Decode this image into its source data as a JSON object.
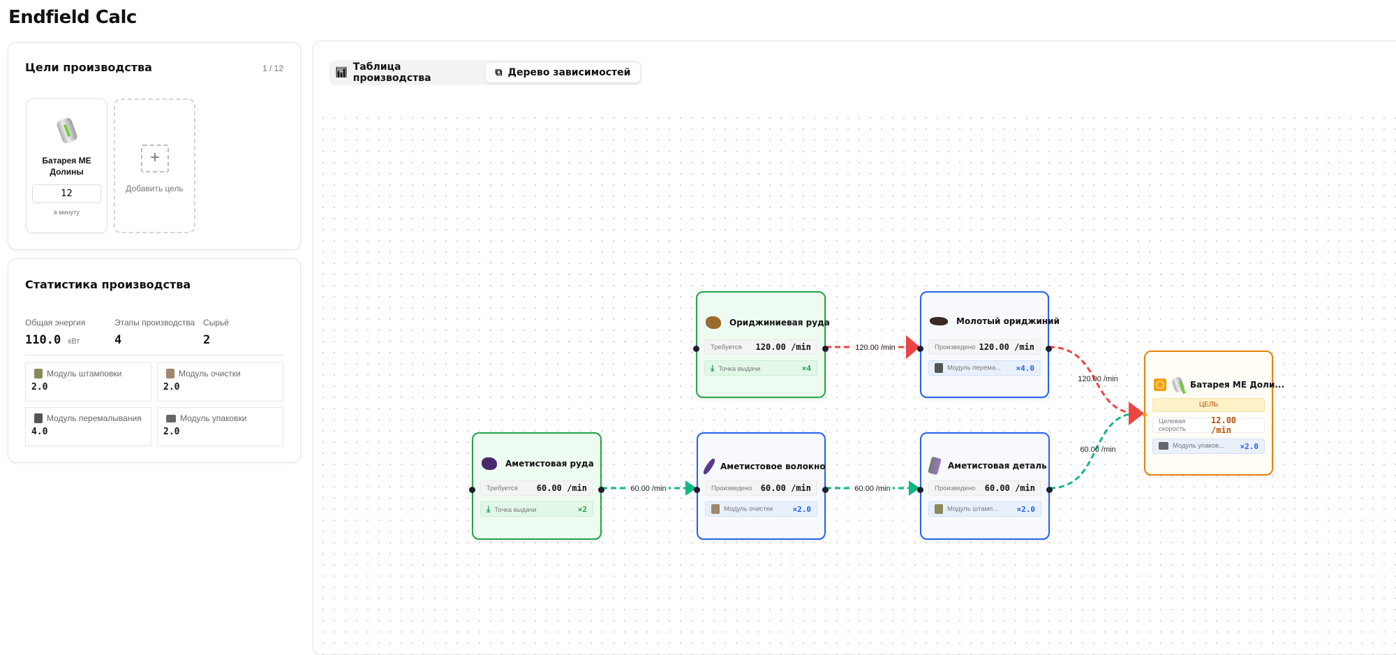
{
  "app": {
    "title": "Endfield Calc"
  },
  "goals": {
    "title": "Цели производства",
    "count": "1 / 12",
    "items": [
      {
        "name": "Батарея МЕ Долины",
        "rate": "12",
        "unit": "в минуту",
        "icon": "battery-icon"
      }
    ],
    "add_label": "Добавить цель"
  },
  "stats": {
    "title": "Статистика производства",
    "energy_label": "Общая энергия",
    "energy_value": "110.0",
    "energy_unit": "кВт",
    "stages_label": "Этапы производства",
    "stages_value": "4",
    "raw_label": "Сырьё",
    "raw_value": "2",
    "modules": [
      {
        "label": "Модуль штамповки",
        "value": "2.0"
      },
      {
        "label": "Модуль очистки",
        "value": "2.0"
      },
      {
        "label": "Модуль перемалывания",
        "value": "4.0"
      },
      {
        "label": "Модуль упаковки",
        "value": "2.0"
      }
    ]
  },
  "tabs": [
    {
      "label": "Таблица производства",
      "icon": "bar-chart-icon",
      "active": false
    },
    {
      "label": "Дерево зависимостей",
      "icon": "tree-icon",
      "active": true
    }
  ],
  "nodes": [
    {
      "name": "Ориджиниевая руда",
      "row_label": "Требуется",
      "rate": "120.00 /min",
      "machine": "Точка выдачи",
      "count": "×4",
      "kind": "raw"
    },
    {
      "name": "Молотый ориджиний",
      "row_label": "Произведено",
      "rate": "120.00 /min",
      "machine": "Модуль перема...",
      "count": "×4.0",
      "kind": "process"
    },
    {
      "name": "Батарея МЕ Доли...",
      "tag": "ЦЕЛЬ",
      "row_label": "Целевая скорость",
      "rate": "12.00 /min",
      "machine": "Модуль упаков...",
      "count": "×2.0",
      "kind": "goal"
    },
    {
      "name": "Аметистовая руда",
      "row_label": "Требуется",
      "rate": "60.00 /min",
      "machine": "Точка выдачи",
      "count": "×2",
      "kind": "raw"
    },
    {
      "name": "Аметистовое волокно",
      "row_label": "Произведено",
      "rate": "60.00 /min",
      "machine": "Модуль очистки",
      "count": "×2.0",
      "kind": "process"
    },
    {
      "name": "Аметистовая деталь",
      "row_label": "Произведено",
      "rate": "60.00 /min",
      "machine": "Модуль штамп...",
      "count": "×2.0",
      "kind": "process"
    }
  ],
  "edges": [
    {
      "from": "Ориджиниевая руда",
      "to": "Молотый ориджиний",
      "label": "120.00 /min",
      "color": "#ef4444"
    },
    {
      "from": "Молотый ориджиний",
      "to": "Батарея МЕ Долины",
      "label": "120.00 /min",
      "color": "#ef4444"
    },
    {
      "from": "Аметистовая руда",
      "to": "Аметистовое волокно",
      "label": "60.00 /min",
      "color": "#10b981"
    },
    {
      "from": "Аметистовое волокно",
      "to": "Аметистовая деталь",
      "label": "60.00 /min",
      "color": "#10b981"
    },
    {
      "from": "Аметистовая деталь",
      "to": "Батарея МЕ Долины",
      "label": "60.00 /min",
      "color": "#10b981"
    }
  ],
  "colors": {
    "raw": "#22a447",
    "process": "#2563eb",
    "goal": "#e8820c",
    "edge_red": "#ef4444",
    "edge_green": "#10b981"
  }
}
